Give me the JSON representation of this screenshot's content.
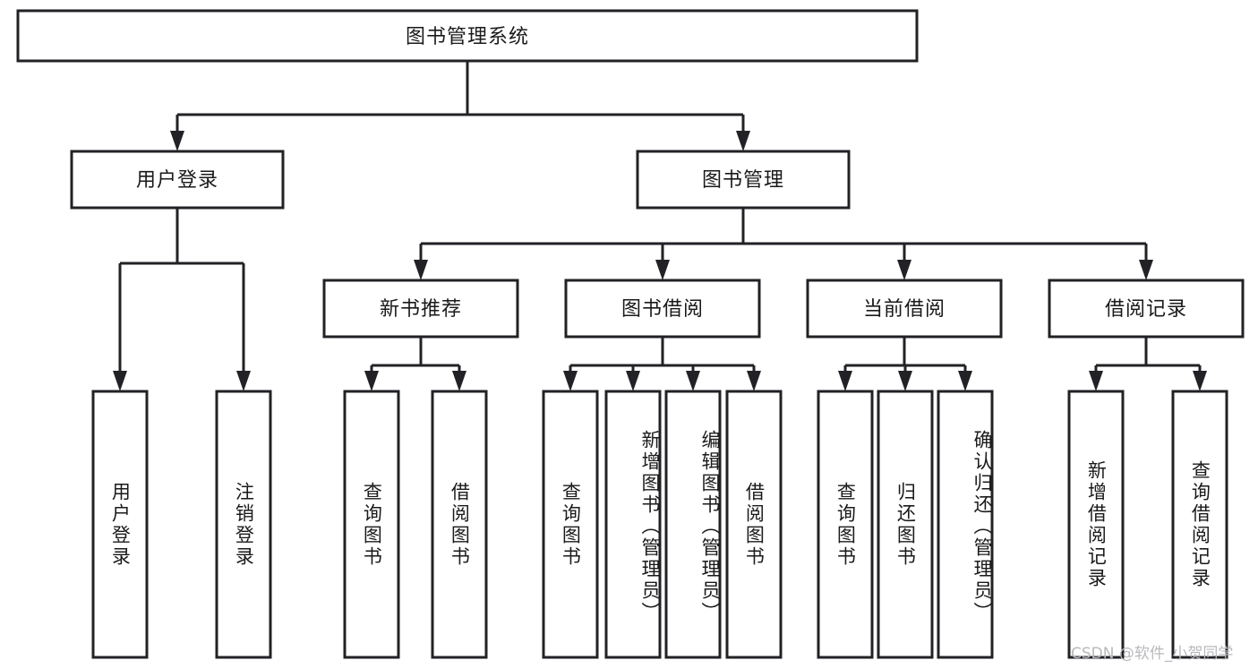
{
  "diagram": {
    "title": "图书管理系统",
    "type": "tree-hierarchy",
    "watermark": "CSDN @软件_小贺同学",
    "root": {
      "label": "图书管理系统"
    },
    "level1": [
      {
        "label": "用户登录"
      },
      {
        "label": "图书管理"
      }
    ],
    "level2": [
      {
        "label": "新书推荐"
      },
      {
        "label": "图书借阅"
      },
      {
        "label": "当前借阅"
      },
      {
        "label": "借阅记录"
      }
    ],
    "leaves": {
      "user_login": [
        {
          "label": "用户登录"
        },
        {
          "label": "注销登录"
        }
      ],
      "new_book_recommend": [
        {
          "label": "查询图书"
        },
        {
          "label": "借阅图书"
        }
      ],
      "book_borrow": [
        {
          "label": "查询图书"
        },
        {
          "label": "新增图书（管理员）"
        },
        {
          "label": "编辑图书（管理员）"
        },
        {
          "label": "借阅图书"
        }
      ],
      "current_borrow": [
        {
          "label": "查询图书"
        },
        {
          "label": "归还图书"
        },
        {
          "label": "确认归还（管理员）"
        }
      ],
      "borrow_records": [
        {
          "label": "新增借阅记录"
        },
        {
          "label": "查询借阅记录"
        }
      ]
    },
    "colors": {
      "stroke": "#222226",
      "fill": "#ffffff",
      "text": "#1a1a1a",
      "watermark": "#b9b9bd"
    }
  }
}
